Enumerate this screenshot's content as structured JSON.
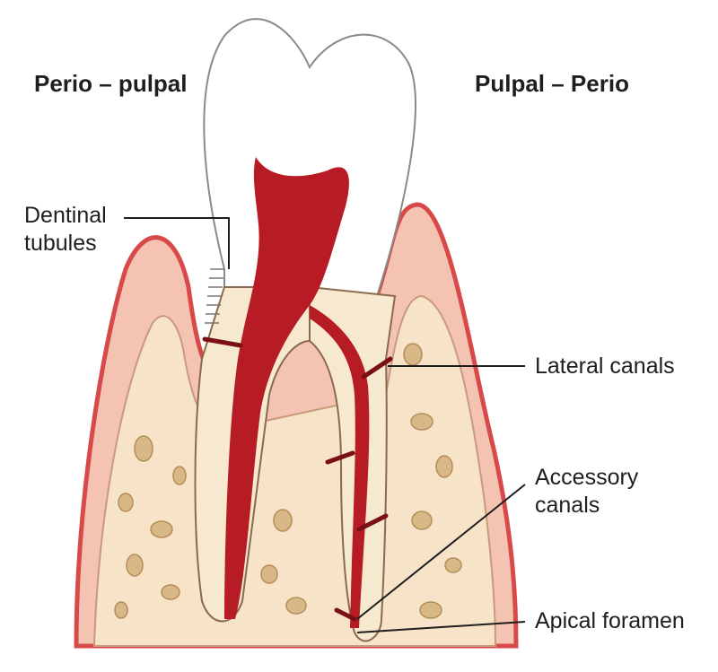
{
  "labels": {
    "perio_pulpal": "Perio – pulpal",
    "pulpal_perio": "Pulpal – Perio",
    "dentinal_tubules_1": "Dentinal",
    "dentinal_tubules_2": "tubules",
    "lateral_canals": "Lateral canals",
    "accessory_canals_1": "Accessory",
    "accessory_canals_2": "canals",
    "apical_foramen": "Apical foramen"
  },
  "colors": {
    "enamel": "#ffffff",
    "dentin": "#f6e9cf",
    "pulp": "#b71c25",
    "gingiva": "#f4c3b2",
    "gingiva_outline": "#d84a4a",
    "bone": "#f6e3c8",
    "trabecula": "#d9b887",
    "leader": "#1e1e1e"
  }
}
